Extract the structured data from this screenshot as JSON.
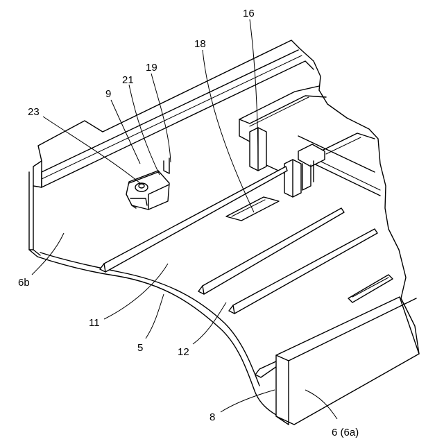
{
  "labels": {
    "l16": "16",
    "l18": "18",
    "l19": "19",
    "l21": "21",
    "l9": "9",
    "l23": "23",
    "l6b": "6b",
    "l11": "11",
    "l5": "5",
    "l12": "12",
    "l8": "8",
    "l6": "6 (6a)"
  }
}
